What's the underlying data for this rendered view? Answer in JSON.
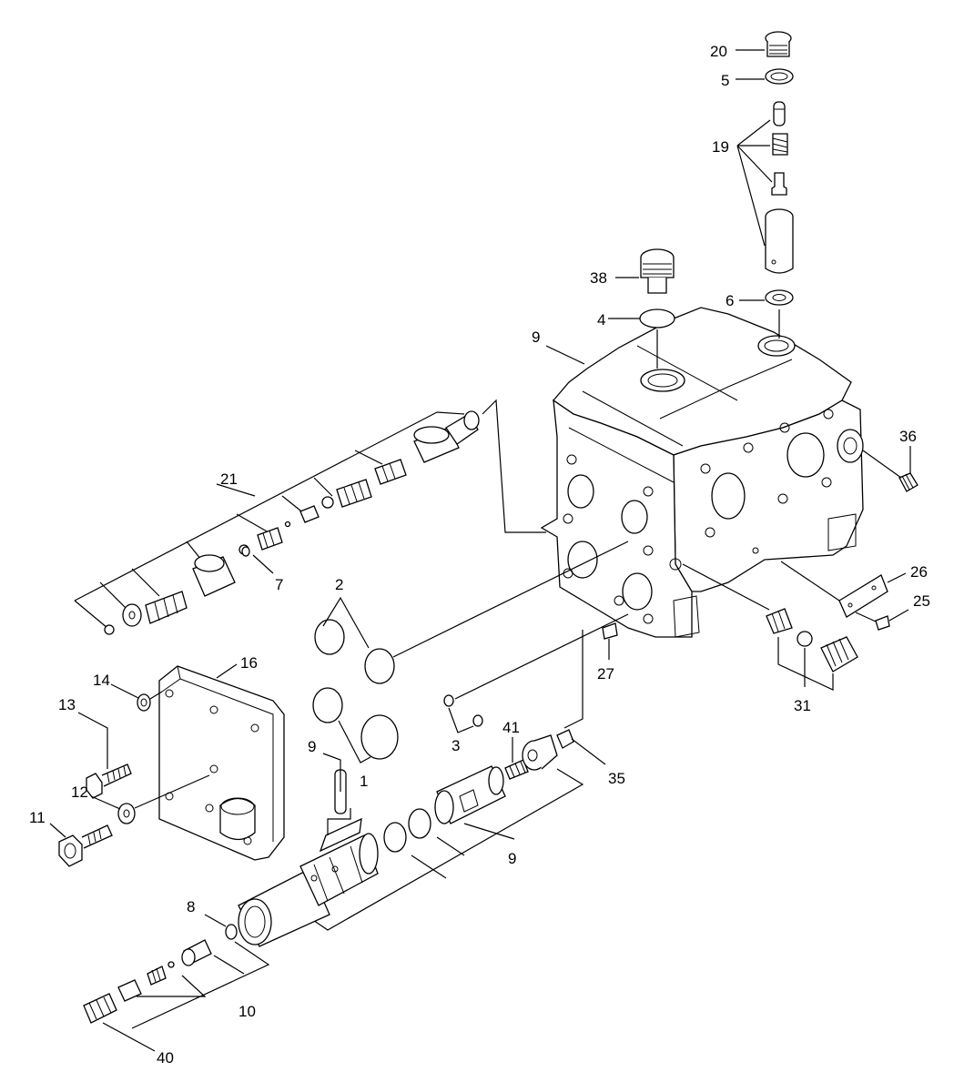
{
  "labels": {
    "l20": "20",
    "l5": "5",
    "l19": "19",
    "l38": "38",
    "l6": "6",
    "l4": "4",
    "l9a": "9",
    "l36": "36",
    "l21": "21",
    "l7": "7",
    "l2": "2",
    "l26": "26",
    "l25": "25",
    "l16": "16",
    "l14": "14",
    "l13": "13",
    "l27": "27",
    "l31": "31",
    "l41": "41",
    "l3": "3",
    "l9b": "9",
    "l35": "35",
    "l1": "1",
    "l12": "12",
    "l11": "11",
    "l9c": "9",
    "l8": "8",
    "l10": "10",
    "l40": "40"
  }
}
